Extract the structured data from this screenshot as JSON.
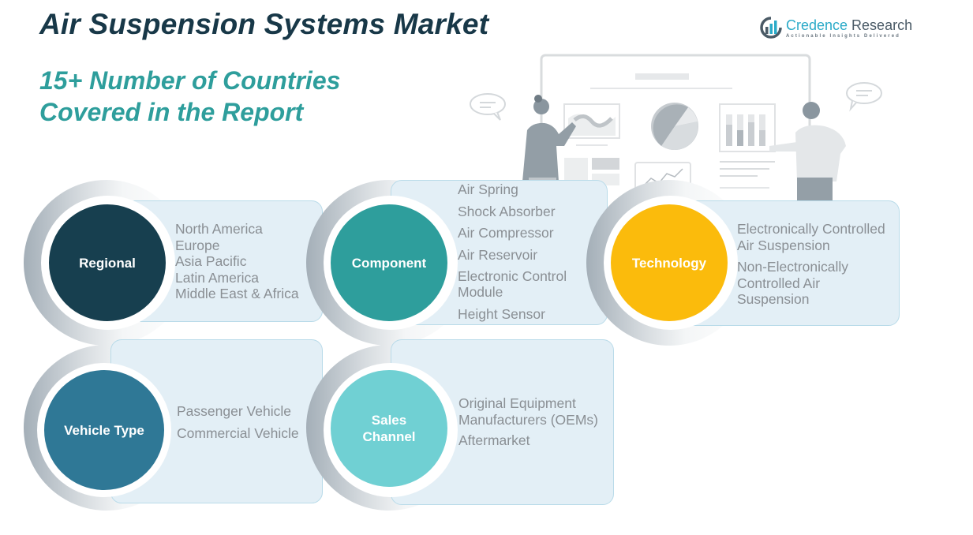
{
  "header": {
    "title": "Air Suspension Systems Market",
    "subtitle_line1": "15+ Number of Countries",
    "subtitle_line2": "Covered in the Report"
  },
  "logo": {
    "name_part1": "Credence",
    "name_part2": " Research",
    "tagline": "Actionable Insights Delivered",
    "icon": "bar-chart-logo-icon"
  },
  "illustration": {
    "description": "two presenters in front of a dashboard board with pie chart, bar chart and line chart",
    "icons": [
      "speech-bubble-icon",
      "speech-bubble-icon",
      "pie-chart-icon",
      "bar-chart-icon",
      "line-chart-icon"
    ]
  },
  "colors": {
    "regional": "#173f4f",
    "component": "#2e9e9c",
    "technology": "#fbbb0c",
    "vehicle_type": "#2f7896",
    "sales_channel": "#70d0d3",
    "panel_bg": "#e3eff6",
    "item_text": "#8a8f94"
  },
  "segments": [
    {
      "label": "Regional",
      "items": [
        "North America",
        "Europe",
        "Asia Pacific",
        "Latin America",
        "Middle East & Africa"
      ]
    },
    {
      "label": "Component",
      "items": [
        "Air Spring",
        "Shock Absorber",
        "Air Compressor",
        "Air Reservoir",
        "Electronic Control Module",
        "Height Sensor"
      ]
    },
    {
      "label": "Technology",
      "items": [
        "Electronically Controlled Air Suspension",
        "Non-Electronically Controlled Air Suspension"
      ]
    },
    {
      "label": "Vehicle Type",
      "items": [
        "Passenger Vehicle",
        "Commercial Vehicle"
      ]
    },
    {
      "label_line1": "Sales",
      "label_line2": "Channel",
      "items": [
        "Original Equipment Manufacturers (OEMs)",
        "Aftermarket"
      ]
    }
  ]
}
